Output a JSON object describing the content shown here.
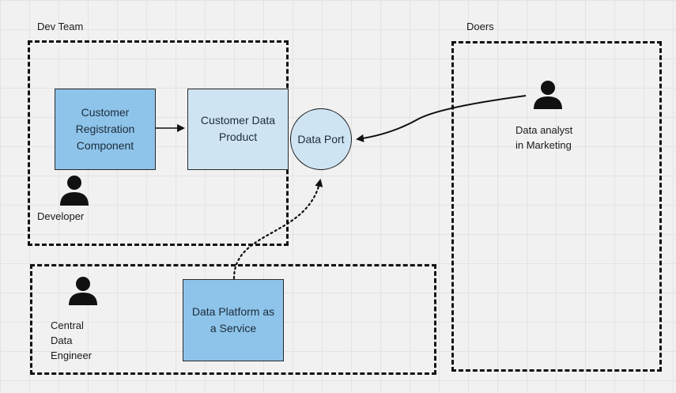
{
  "groups": {
    "dev_team": "Dev Team",
    "doers": "Doers"
  },
  "nodes": {
    "customer_registration": [
      "Customer",
      "Registration",
      "Component"
    ],
    "customer_data_product": [
      "Customer Data",
      "Product"
    ],
    "data_port": [
      "Data",
      "Port"
    ],
    "data_platform": [
      "Data Platform as",
      "a Service"
    ]
  },
  "people": {
    "developer": [
      "Developer"
    ],
    "central_data_engineer": [
      "Central",
      "Data",
      "Engineer"
    ],
    "data_analyst": [
      "Data analyst",
      "in Marketing"
    ]
  },
  "colors": {
    "box_dark": "#8ec4ea",
    "box_light": "#cfe4f3",
    "port_fill": "#cfe4f3",
    "stroke": "#111111"
  },
  "icons": [
    "person-icon"
  ]
}
